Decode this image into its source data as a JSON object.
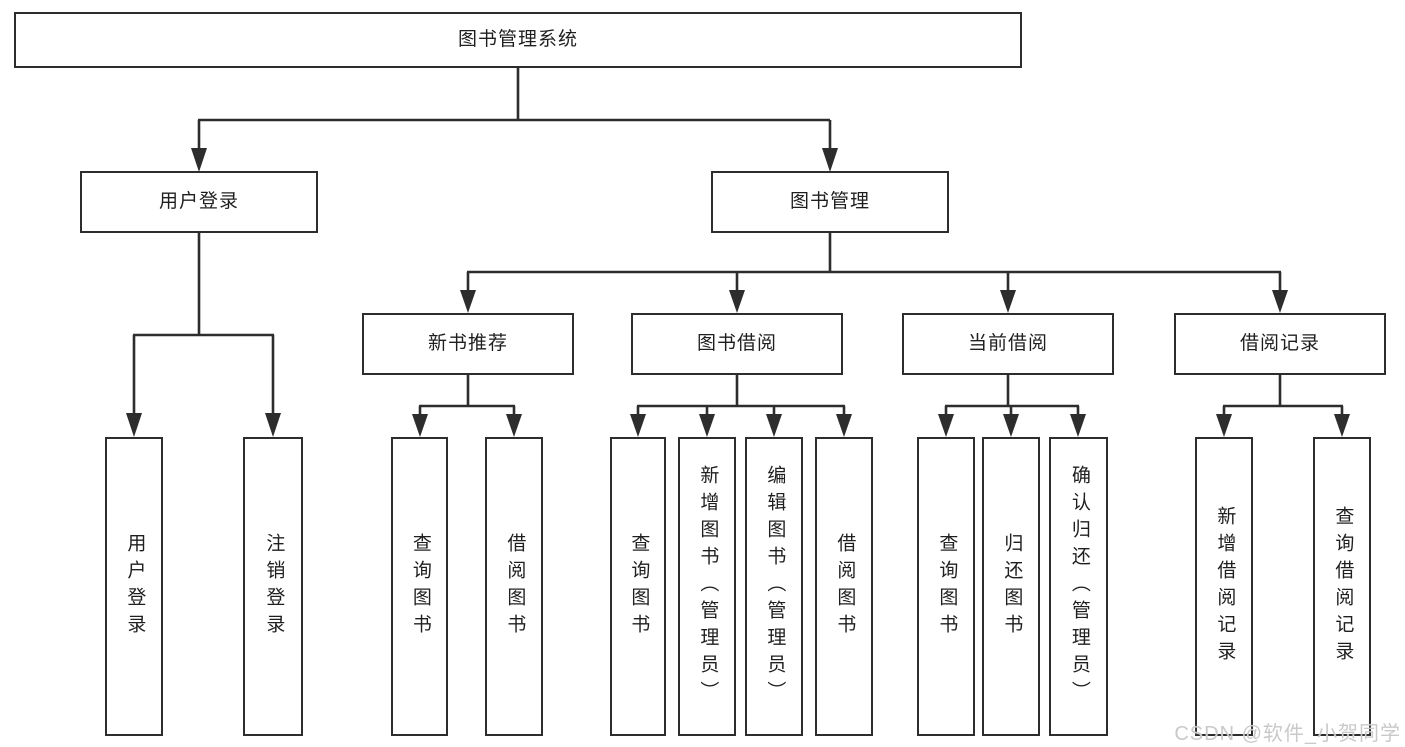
{
  "diagram": {
    "root": {
      "label": "图书管理系统"
    },
    "branches": [
      {
        "label": "用户登录",
        "children": [
          {
            "label": "用户登录"
          },
          {
            "label": "注销登录"
          }
        ]
      },
      {
        "label": "图书管理",
        "children": [
          {
            "label": "新书推荐",
            "children": [
              {
                "label": "查询图书"
              },
              {
                "label": "借阅图书"
              }
            ]
          },
          {
            "label": "图书借阅",
            "children": [
              {
                "label": "查询图书"
              },
              {
                "label": "新增图书（管理员）"
              },
              {
                "label": "编辑图书（管理员）"
              },
              {
                "label": "借阅图书"
              }
            ]
          },
          {
            "label": "当前借阅",
            "children": [
              {
                "label": "查询图书"
              },
              {
                "label": "归还图书"
              },
              {
                "label": "确认归还（管理员）"
              }
            ]
          },
          {
            "label": "借阅记录",
            "children": [
              {
                "label": "新增借阅记录"
              },
              {
                "label": "查询借阅记录"
              }
            ]
          }
        ]
      }
    ]
  },
  "watermark": {
    "text": "CSDN @软件_小贺同学"
  },
  "colors": {
    "line": "#2d2d2d",
    "box_border": "#2d2d2d",
    "background": "#ffffff",
    "watermark_text": "#c9c9c9"
  }
}
